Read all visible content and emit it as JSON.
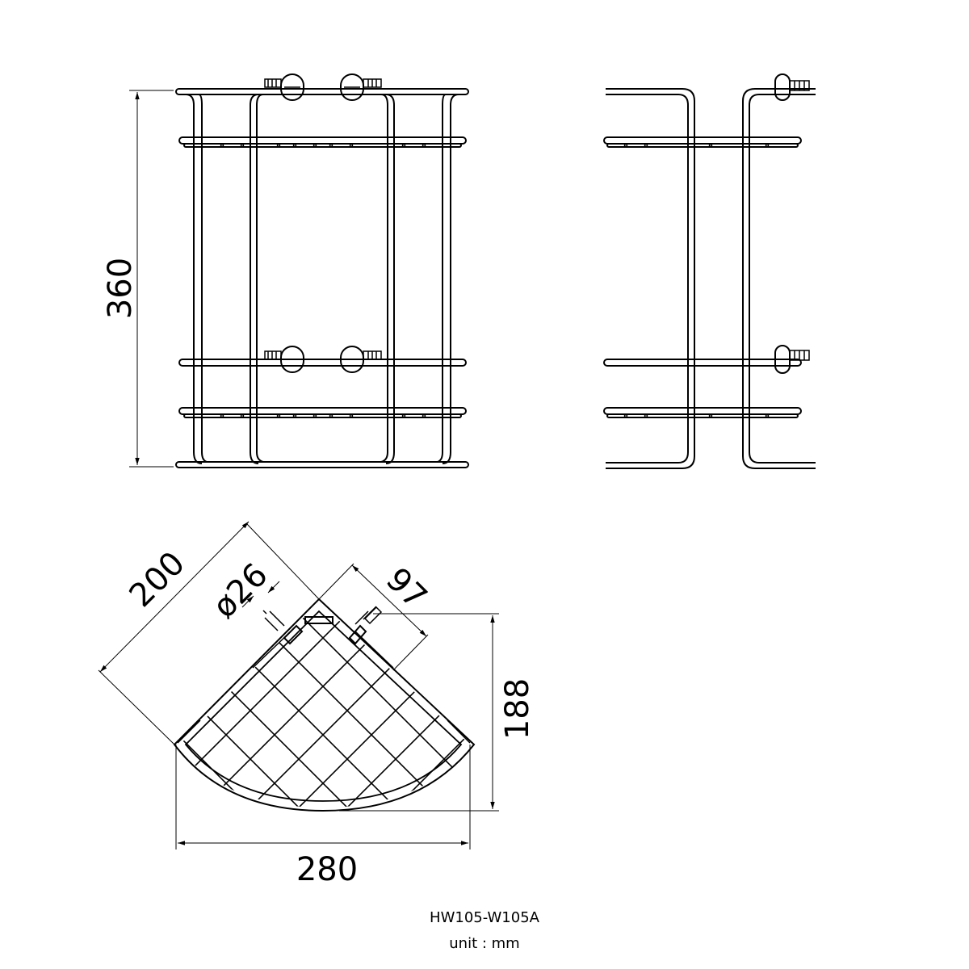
{
  "model": "HW105-W105A",
  "unit_label": "unit : mm",
  "dimensions": {
    "height": "360",
    "diagonal_length": "200",
    "mount_diameter": "ø26",
    "bracket_offset": "97",
    "depth": "188",
    "width": "280"
  }
}
